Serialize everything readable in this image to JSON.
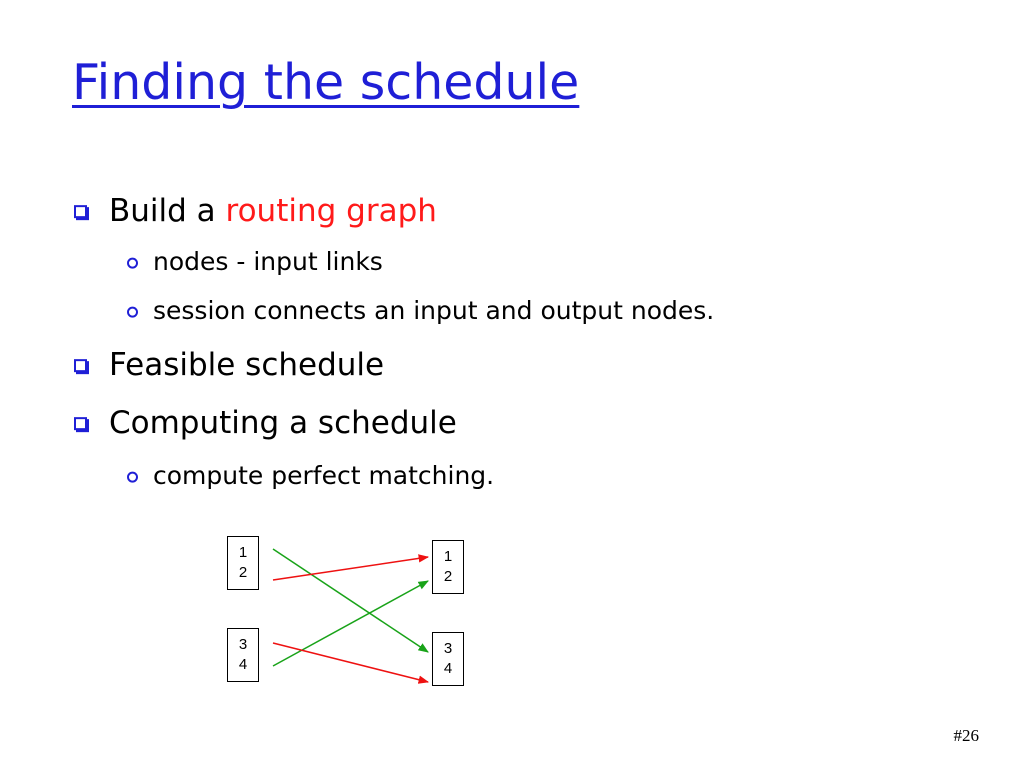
{
  "slide": {
    "title": "Finding the schedule",
    "bullets": [
      {
        "prefix": "Build a ",
        "highlight": "routing graph"
      },
      {
        "text": "nodes - input links"
      },
      {
        "text": "session connects an input and output nodes."
      },
      {
        "text": "Feasible schedule"
      },
      {
        "text": "Computing a schedule"
      },
      {
        "text": "compute perfect matching."
      }
    ],
    "page_number": "#26"
  },
  "diagram": {
    "input_nodes": [
      {
        "line1": "1",
        "line2": "2"
      },
      {
        "line1": "3",
        "line2": "4"
      }
    ],
    "output_nodes": [
      {
        "line1": "1",
        "line2": "2"
      },
      {
        "line1": "3",
        "line2": "4"
      }
    ],
    "edges": [
      {
        "from": "input-1-2",
        "to": "output-3-4",
        "color": "#19a319"
      },
      {
        "from": "input-1-2",
        "to": "output-1-2",
        "color": "#ee1111"
      },
      {
        "from": "input-3-4",
        "to": "output-1-2",
        "color": "#19a319"
      },
      {
        "from": "input-3-4",
        "to": "output-3-4",
        "color": "#ee1111"
      }
    ]
  },
  "colors": {
    "title": "#1f1fd6",
    "bullet_marker": "#1f1fd6",
    "highlight": "#ff1a1a",
    "green_edge": "#19a319",
    "red_edge": "#ee1111"
  }
}
